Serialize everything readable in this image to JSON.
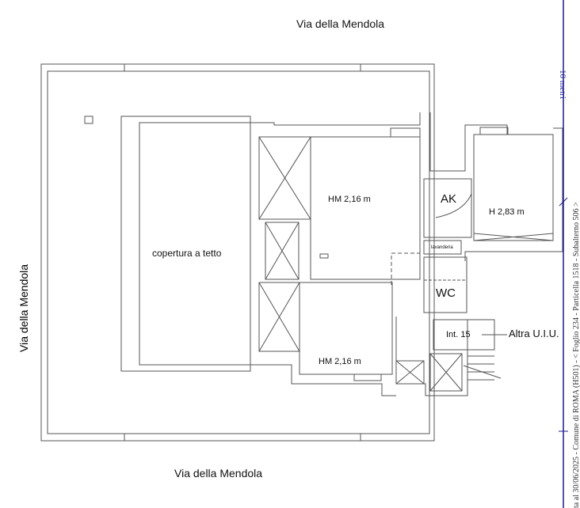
{
  "streets": {
    "top": "Via della Mendola",
    "bottom": "Via della Mendola",
    "left": "Via della Mendola"
  },
  "rooms": {
    "roof": "copertura a tetto",
    "hm_upper": "HM  2,16 m",
    "hm_lower": "HM  2,16 m",
    "ak": "AK",
    "h_right": "H  2,83 m",
    "lavanderia": "lavanderia",
    "wc": "WC",
    "int": "Int. 15",
    "altra": "Altra U.I.U."
  },
  "scale_bar": {
    "label": "10 metri",
    "color": "#1a1a8c"
  },
  "footer_text": "ta al 30/06/2025 - Comune di ROMA (H501) - < Foglio 234 - Particella 1518 - Subalterno 506 >"
}
